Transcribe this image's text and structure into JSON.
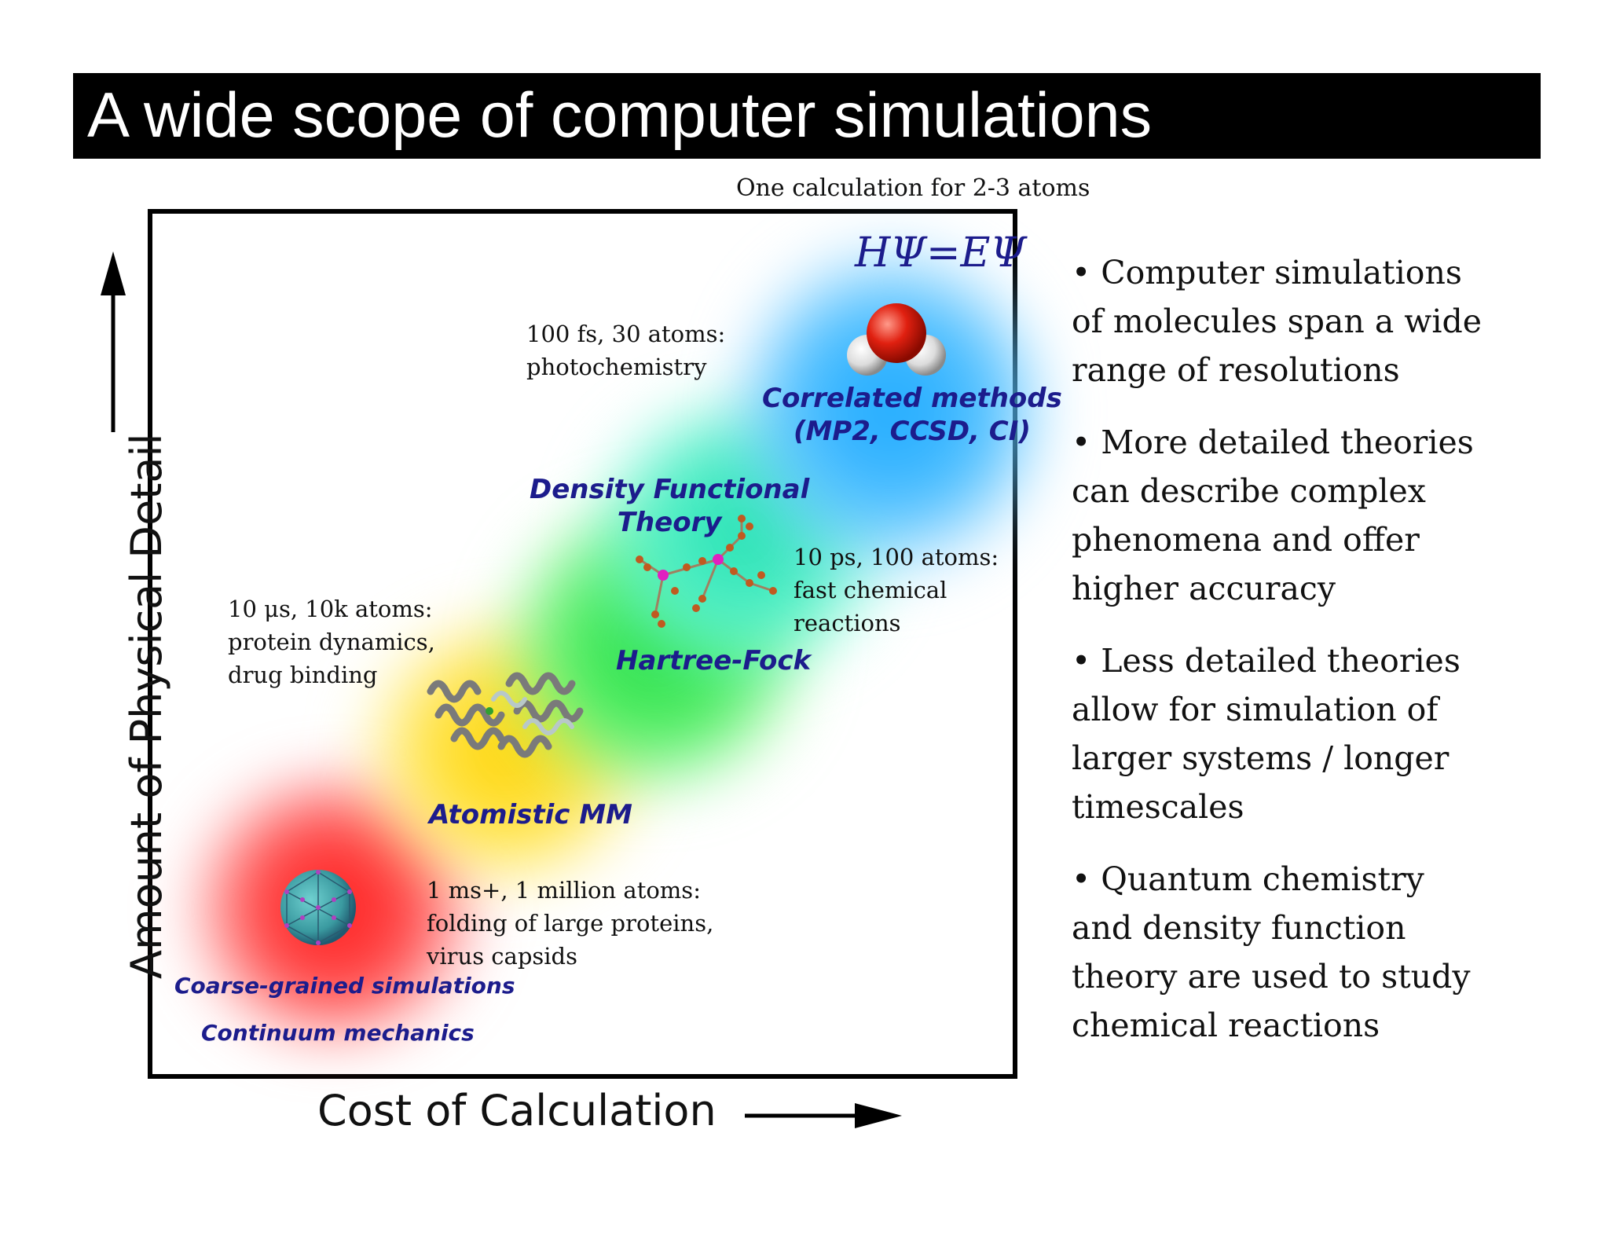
{
  "slide": {
    "title": "A wide scope of computer simulations"
  },
  "diagram": {
    "top_note": "One calculation for 2-3 atoms",
    "equation": "HΨ=EΨ",
    "y_axis_title": "Amount of Physical Detail",
    "x_axis_title": "Cost of Calculation",
    "methods": {
      "correlated": [
        "Correlated methods",
        "(MP2, CCSD, CI)"
      ],
      "dft": [
        "Density Functional",
        "Theory"
      ],
      "hartree_fock": "Hartree-Fock",
      "atomistic_mm": "Atomistic MM",
      "coarse_grained": "Coarse-grained simulations",
      "continuum": "Continuum mechanics"
    },
    "notes": {
      "photochem": [
        "100 fs, 30 atoms:",
        "photochemistry"
      ],
      "fast_reactions": [
        "10 ps, 100 atoms:",
        "fast chemical",
        "reactions"
      ],
      "protein": [
        "10 μs, 10k atoms:",
        "protein dynamics,",
        "drug binding"
      ],
      "large": [
        "1 ms+, 1 million atoms:",
        "folding of large proteins,",
        "virus capsids"
      ]
    },
    "colors": {
      "red": "#ff1a1a",
      "yellow": "#ffd400",
      "green": "#22dd44",
      "teal": "#20e0b0",
      "blue": "#1aa8ff",
      "label_text": "#1c1c8c"
    },
    "icons": [
      "water-molecule-icon",
      "molecular-complex-icon",
      "protein-structure-icon",
      "virus-capsid-icon"
    ]
  },
  "bullets": [
    [
      "• Computer simulations",
      "of molecules span a wide",
      "range of resolutions"
    ],
    [
      "• More detailed theories",
      "can describe complex",
      "phenomena and offer",
      "higher accuracy"
    ],
    [
      "• Less detailed theories",
      "allow for simulation of",
      "larger systems / longer",
      "timescales"
    ],
    [
      "• Quantum chemistry",
      "and density function",
      "theory are used to study",
      "chemical reactions"
    ]
  ]
}
